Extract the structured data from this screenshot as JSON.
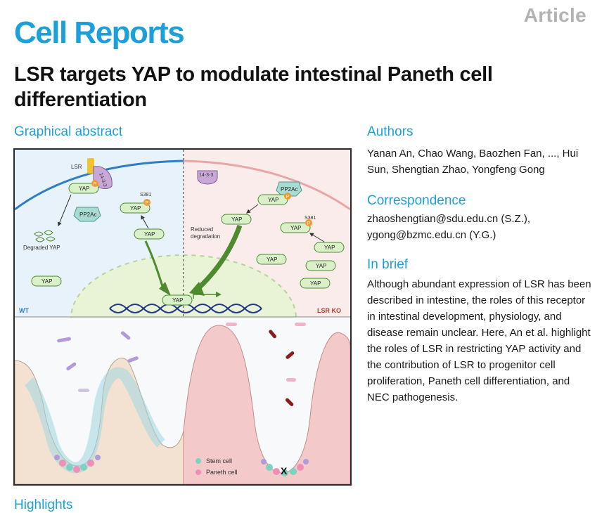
{
  "header": {
    "article_label": "Article",
    "journal": "Cell Reports",
    "title": "LSR targets YAP to modulate intestinal Paneth cell differentiation"
  },
  "graphical_abstract": {
    "heading": "Graphical abstract",
    "labels": {
      "lsr": "LSR",
      "protein_1433": "14-3-3",
      "yap": "YAP",
      "p": "P",
      "s381": "S381",
      "pp2ac": "PP2Ac",
      "degraded_yap": "Degraded YAP",
      "reduced_degradation_1": "Reduced",
      "reduced_degradation_2": "degradation",
      "wt": "WT",
      "lsr_ko": "LSR KO",
      "stem_cell": "Stem cell",
      "paneth_cell": "Paneth cell",
      "x_mark": "X"
    },
    "colors": {
      "wt_bg": "#e8f2fa",
      "ko_bg": "#fbecec",
      "membrane_wt": "#2f7dc4",
      "membrane_ko": "#e9a6a6",
      "yap_fill": "#d9f0c8",
      "arrow_green": "#4e8a2e",
      "dna": "#23378a",
      "stem_cell": "#7fd1c3",
      "paneth_cell": "#f08fb6"
    }
  },
  "authors": {
    "heading": "Authors",
    "text": "Yanan An, Chao Wang, Baozhen Fan, ..., Hui Sun, Shengtian Zhao, Yongfeng Gong"
  },
  "correspondence": {
    "heading": "Correspondence",
    "emails": [
      "zhaoshengtian@sdu.edu.cn (S.Z.),",
      "ygong@bzmc.edu.cn (Y.G.)"
    ]
  },
  "in_brief": {
    "heading": "In brief",
    "text": "Although abundant expression of LSR has been described in intestine, the roles of this receptor in intestinal development, physiology, and disease remain unclear. Here, An et al. highlight the roles of LSR in restricting YAP activity and the contribution of LSR to progenitor cell proliferation, Paneth cell differentiation, and NEC pathogenesis."
  },
  "highlights": {
    "heading": "Highlights"
  }
}
